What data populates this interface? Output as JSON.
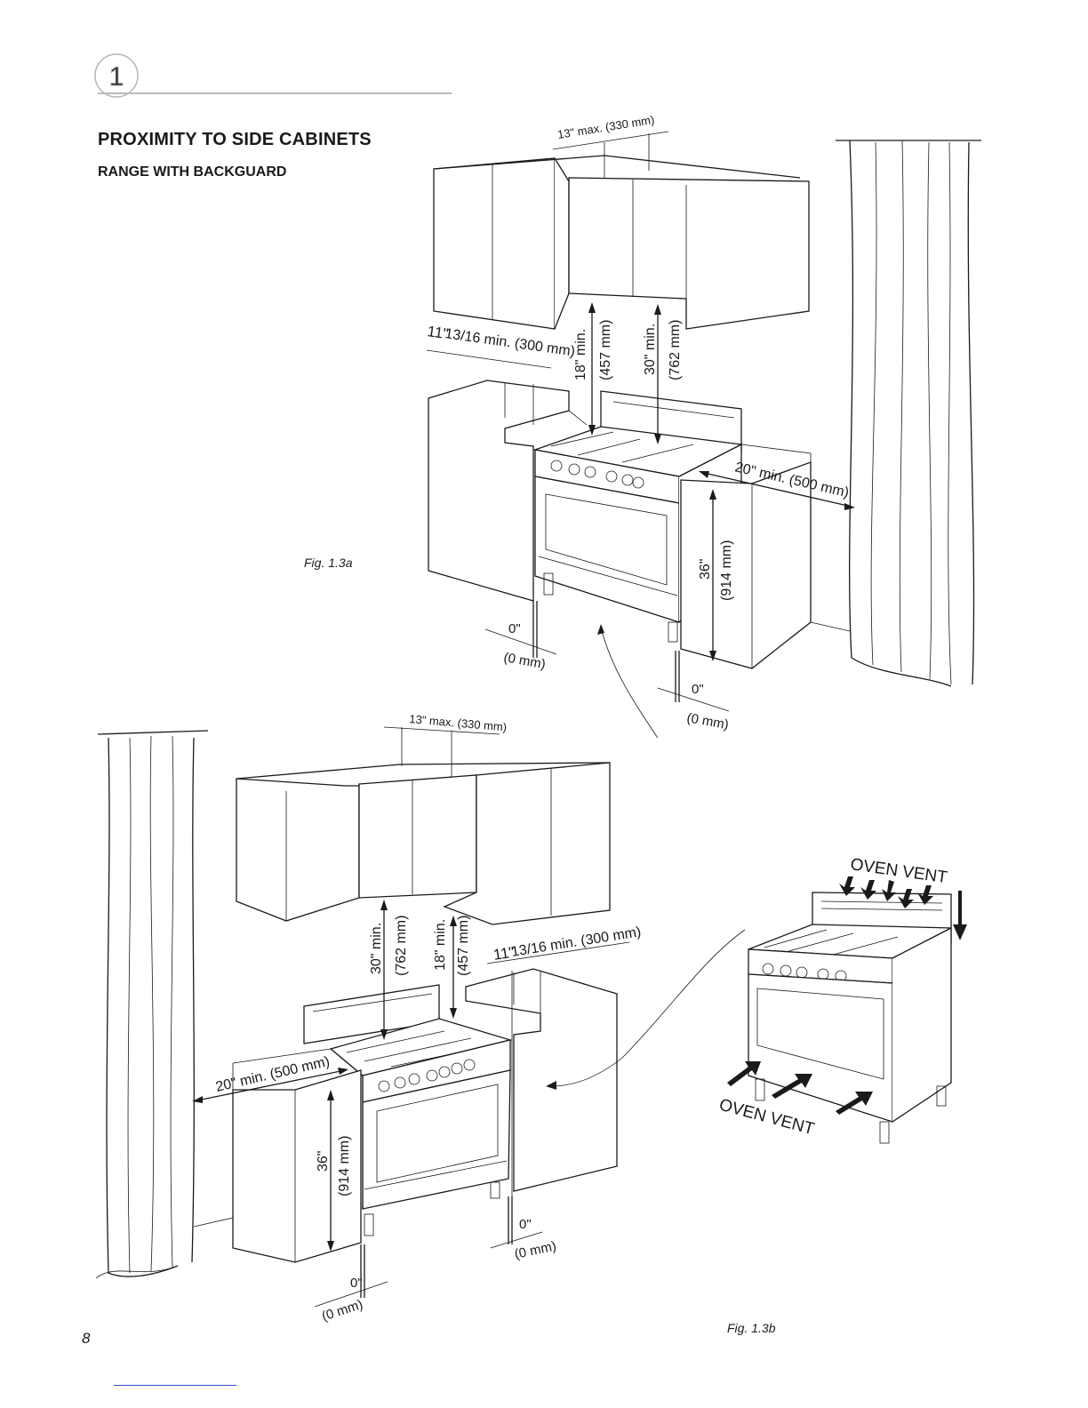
{
  "header": {
    "chapter_number": "1",
    "title": "PROXIMITY TO SIDE CABINETS",
    "subtitle": "RANGE WITH BACKGUARD"
  },
  "figures": {
    "fig_a": {
      "caption": "Fig. 1.3a",
      "dim_hood_width": "13\" max. (330 mm)",
      "dim_side_clearance_in": "11\"",
      "dim_side_clearance_frac": "13/16 min. (300 mm)",
      "dim_18_in": "18\" min.",
      "dim_18_mm": "(457 mm)",
      "dim_30_in": "30\" min.",
      "dim_30_mm": "(762 mm)",
      "dim_20": "20\" min. (500 mm)",
      "dim_36_in": "36\"",
      "dim_36_mm": "(914 mm)",
      "dim_zero_left_in": "0\"",
      "dim_zero_left_mm": "(0 mm)",
      "dim_zero_right_in": "0\"",
      "dim_zero_right_mm": "(0 mm)"
    },
    "fig_b": {
      "caption": "Fig. 1.3b",
      "dim_hood_width": "13\" max. (330 mm)",
      "dim_side_clearance_in": "11\"",
      "dim_side_clearance_frac": "13/16 min. (300 mm)",
      "dim_30_in": "30\" min.",
      "dim_30_mm": "(762 mm)",
      "dim_18_in": "18\" min.",
      "dim_18_mm": "(457 mm)",
      "dim_20": "20\" min. (500 mm)",
      "dim_36_in": "36\"",
      "dim_36_mm": "(914 mm)",
      "dim_zero_right_in": "0\"",
      "dim_zero_right_mm": "(0 mm)",
      "dim_zero_left_in": "0\"",
      "dim_zero_left_mm": "(0 mm)"
    },
    "vent_detail": {
      "label_top": "OVEN VENT",
      "label_bottom": "OVEN VENT"
    }
  },
  "footer": {
    "page_number": "8"
  }
}
